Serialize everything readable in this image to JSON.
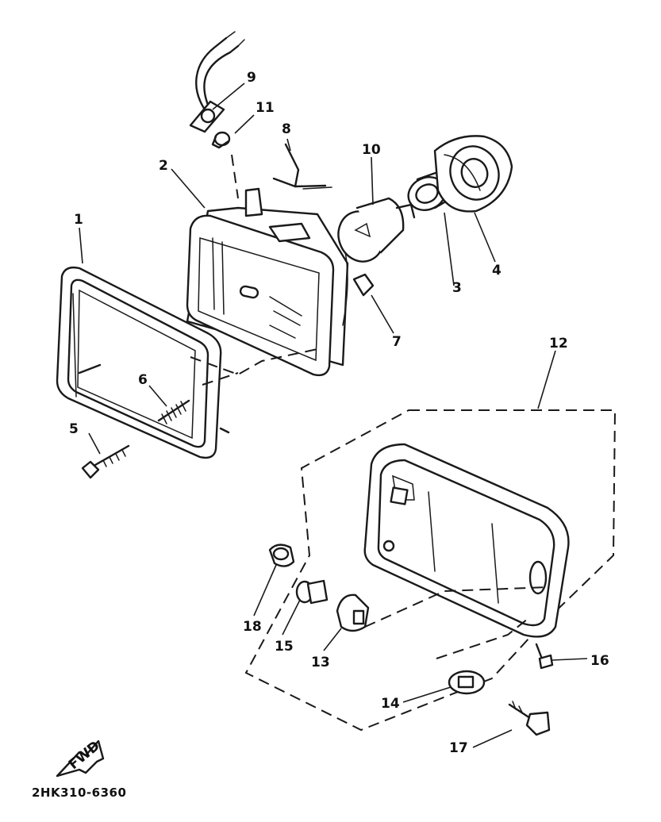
{
  "callouts": [
    {
      "id": "c1",
      "label": "1"
    },
    {
      "id": "c2",
      "label": "2"
    },
    {
      "id": "c3",
      "label": "3"
    },
    {
      "id": "c4",
      "label": "4"
    },
    {
      "id": "c5",
      "label": "5"
    },
    {
      "id": "c6",
      "label": "6"
    },
    {
      "id": "c7",
      "label": "7"
    },
    {
      "id": "c8",
      "label": "8"
    },
    {
      "id": "c9",
      "label": "9"
    },
    {
      "id": "c10",
      "label": "10"
    },
    {
      "id": "c11",
      "label": "11"
    },
    {
      "id": "c12",
      "label": "12"
    },
    {
      "id": "c13",
      "label": "13"
    },
    {
      "id": "c14",
      "label": "14"
    },
    {
      "id": "c15",
      "label": "15"
    },
    {
      "id": "c16",
      "label": "16"
    },
    {
      "id": "c17",
      "label": "17"
    },
    {
      "id": "c18",
      "label": "18"
    }
  ],
  "fwd_label": "FWD",
  "diagram_code": "2HK310-6360",
  "colors": {
    "ink": "#1a1a1a",
    "paper": "#ffffff"
  }
}
